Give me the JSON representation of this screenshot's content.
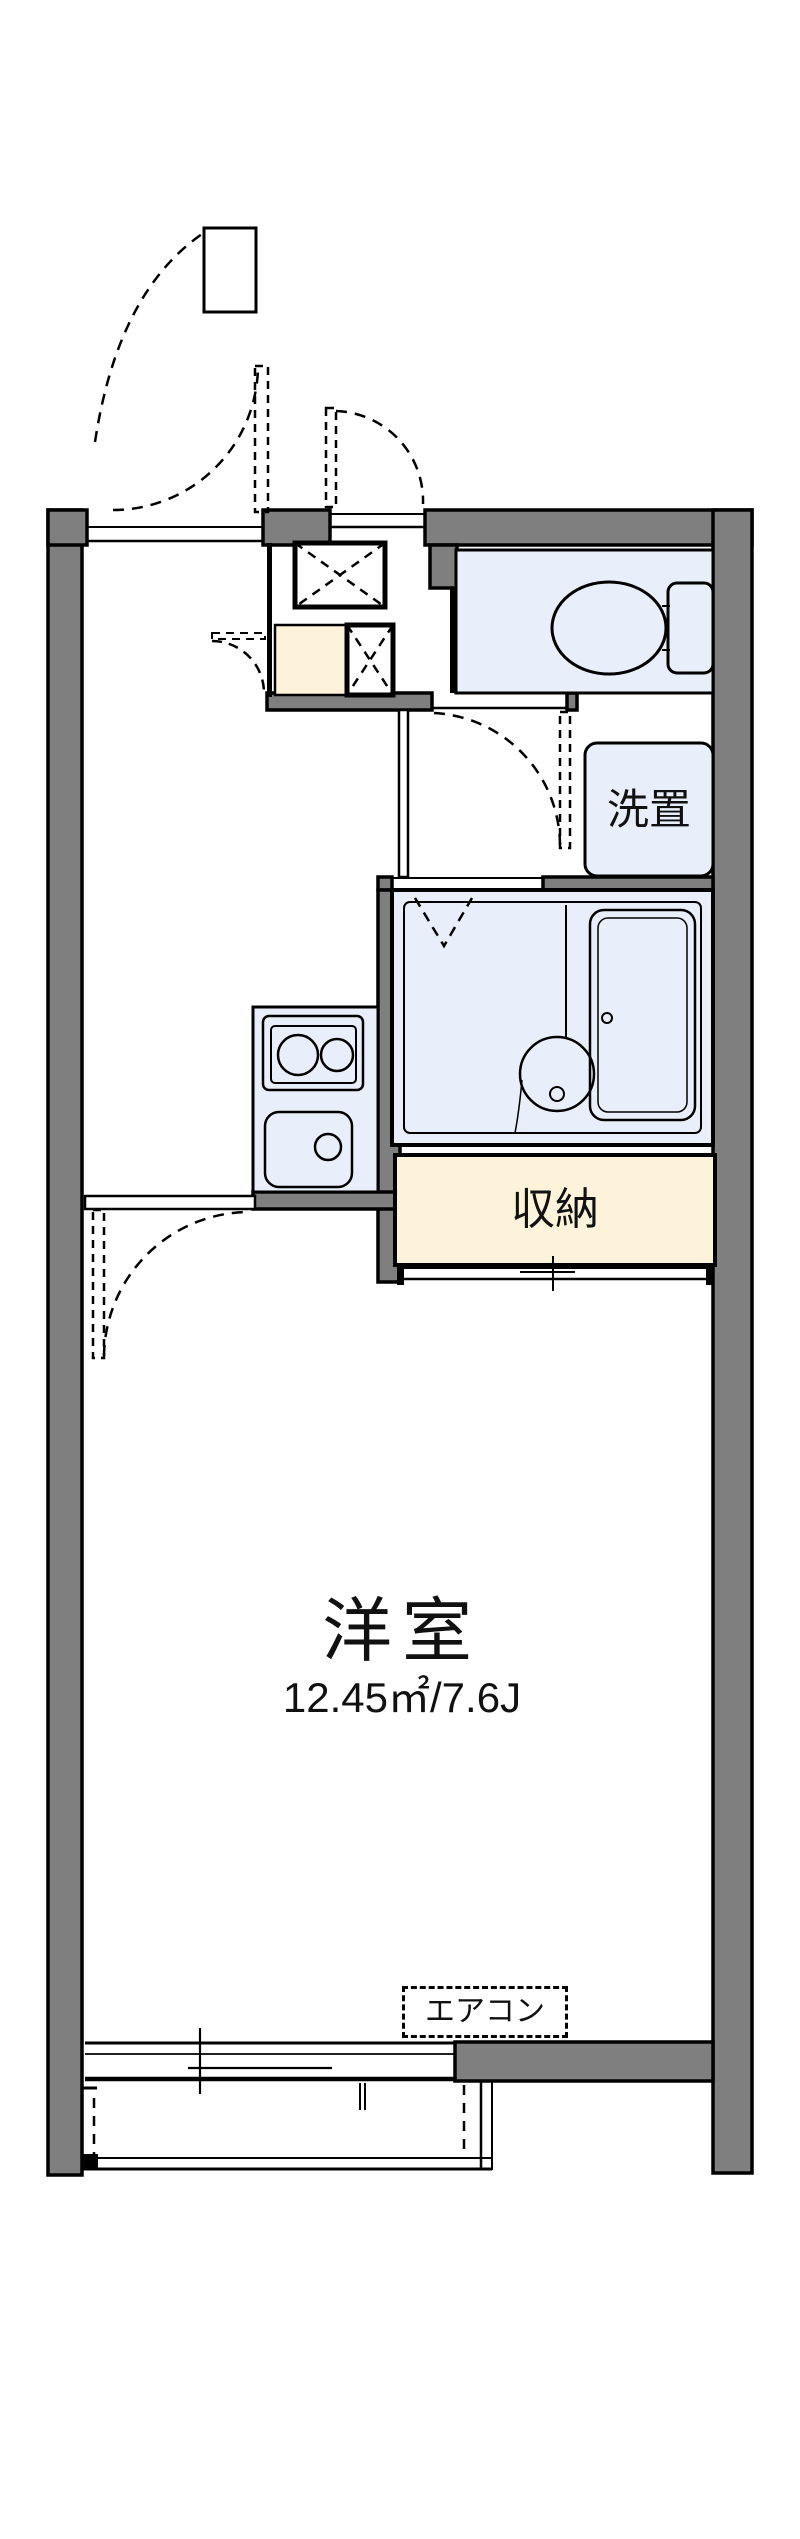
{
  "labels": {
    "laundry": "洗置",
    "storage": "収納",
    "main_room": "洋室",
    "main_room_area": "12.45㎡/7.6J",
    "aircon": "エアコン"
  },
  "colors": {
    "wall": "#7f7f7f",
    "room": "#e8effa",
    "cream": "#fcf3da",
    "line": "#000000",
    "bg": "#ffffff"
  }
}
